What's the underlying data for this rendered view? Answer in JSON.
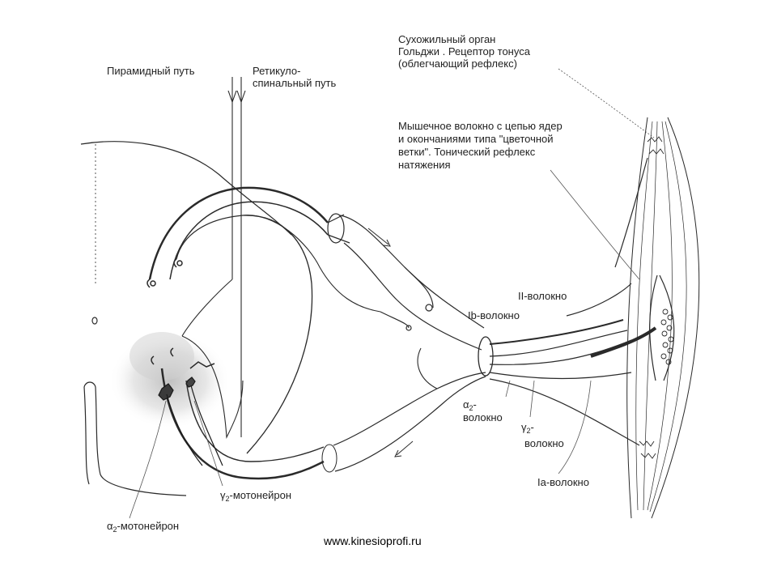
{
  "labels": {
    "golgi_line1": "Сухожильный орган",
    "golgi_line2": "Гольджи . Рецептор тонуса",
    "golgi_line3": "(облегчающий рефлекс)",
    "pyramidal": "Пирамидный путь",
    "reticulo_line1": "Ретикуло-",
    "reticulo_line2": "спинальный путь",
    "muscle_line1": "Мышечное волокно с цепью ядер",
    "muscle_line2": "и окончаниями типа \"цветочной",
    "muscle_line3": "ветки\". Тонический рефлекс",
    "muscle_line4": "натяжения",
    "ii_fiber": "II-волокно",
    "ib_fiber": "Ib-волокно",
    "alpha2_fiber_sym": "α",
    "alpha2_fiber_sub": "2",
    "alpha2_fiber_dash": "-",
    "alpha2_fiber_word": "волокно",
    "gamma2_fiber_sym": "γ",
    "gamma2_fiber_sub": "2",
    "gamma2_fiber_dash": "-",
    "gamma2_fiber_word": "волокно",
    "ia_fiber": "Ia-волокно",
    "gamma2_mn_sym": "γ",
    "gamma2_mn_sub": "2",
    "gamma2_mn_word": "-мотонейрон",
    "alpha2_mn_sym": "α",
    "alpha2_mn_sub": "2",
    "alpha2_mn_word": "-мотонейрон"
  },
  "footer": "www.kinesioprofi.ru",
  "colors": {
    "line": "#2a2a2a",
    "shade": "#c8c8c8",
    "background": "#ffffff"
  }
}
